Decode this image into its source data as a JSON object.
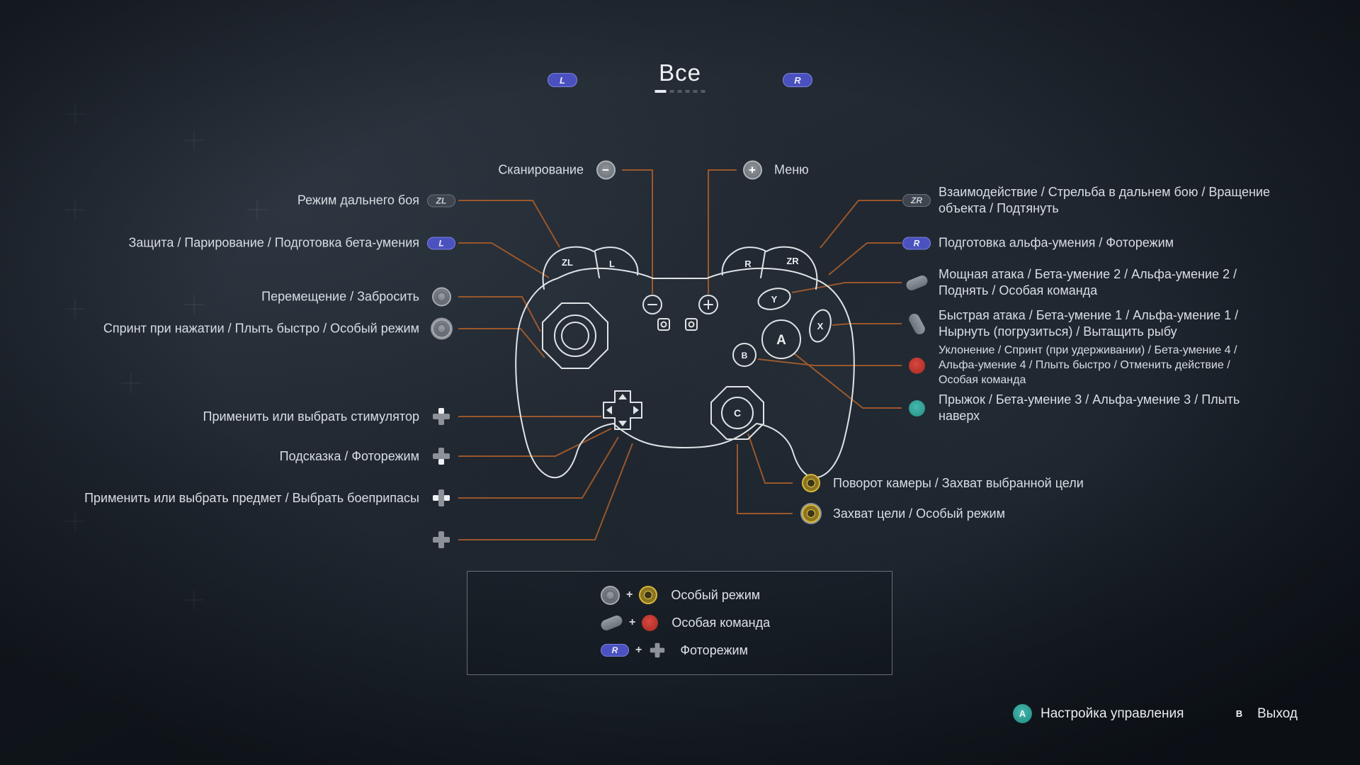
{
  "header": {
    "title": "Все",
    "pages": 6,
    "active_page": 0,
    "l_badge": "L",
    "r_badge": "R"
  },
  "controller": {
    "zl": "ZL",
    "l": "L",
    "r": "R",
    "zr": "ZR",
    "y": "Y",
    "x": "X",
    "a": "A",
    "b": "B",
    "c": "C",
    "minus": "−",
    "plus": "+"
  },
  "left_labels": {
    "scan": "Сканирование",
    "zl": "Режим дальнего боя",
    "l": "Защита / Парирование / Подготовка бета-умения",
    "stick": "Перемещение / Забросить",
    "stick_press": "Спринт при нажатии / Плыть быстро / Особый режим",
    "dpad_up": "Применить или выбрать стимулятор",
    "dpad_down": "Подсказка / Фоторежим",
    "dpad_lr": "Применить или выбрать предмет / Выбрать боеприпасы"
  },
  "right_labels": {
    "menu": "Меню",
    "zr": "Взаимодействие / Стрельба в дальнем бою / Вращение объекта / Подтянуть",
    "r": "Подготовка альфа-умения / Фоторежим",
    "y": "Мощная атака / Бета-умение 2 / Альфа-умение 2 / Поднять / Особая команда",
    "x": "Быстрая атака / Бета-умение 1 / Альфа-умение 1 / Нырнуть (погрузиться) / Вытащить рыбу",
    "b": "Уклонение / Спринт (при удерживании) / Бета-умение 4 / Альфа-умение 4 / Плыть быстро / Отменить действие / Особая команда",
    "a": "Прыжок / Бета-умение 3 / Альфа-умение 3 / Плыть наверх",
    "c_move": "Поворот камеры / Захват выбранной цели",
    "c_press": "Захват цели / Особый режим"
  },
  "combos": {
    "plus": "+",
    "rows": [
      {
        "label": "Особый режим"
      },
      {
        "label": "Особая команда"
      },
      {
        "label": "Фоторежим"
      }
    ]
  },
  "footer": {
    "a": "A",
    "settings": "Настройка управления",
    "b": "B",
    "exit": "Выход"
  },
  "colors": {
    "accent_line": "#a15a2a",
    "badge_blue": "#4b52c0",
    "button_red": "#c2342c",
    "button_teal": "#2fa39b",
    "stick_yellow": "#c9a62d"
  }
}
